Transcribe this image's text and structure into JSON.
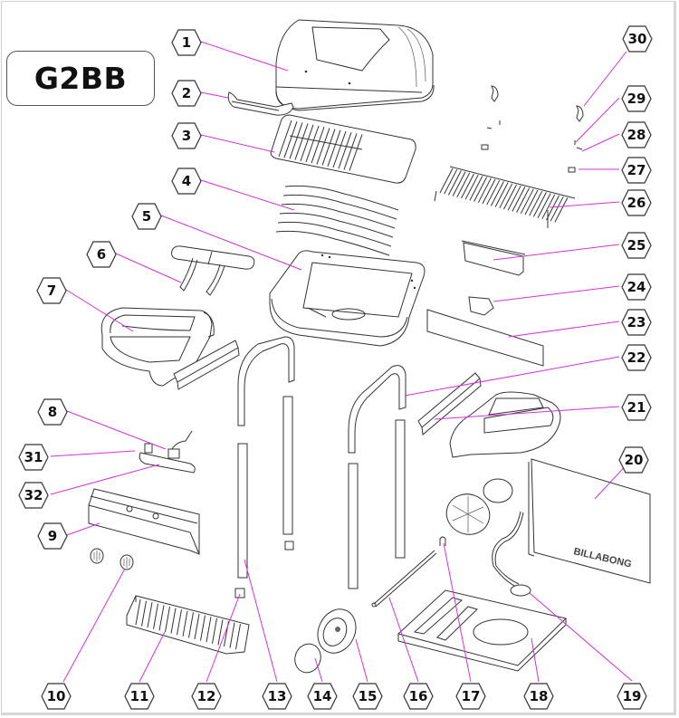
{
  "diagram": {
    "title": "G2BB",
    "type": "exploded-parts-diagram",
    "subject": "gas barbecue grill",
    "brand_label": "BILLABONG",
    "leader_color": "#d631d6",
    "callout_border_color": "#333333"
  },
  "callouts": [
    {
      "id": "1",
      "label": "1",
      "part": "lid-hood"
    },
    {
      "id": "2",
      "label": "2",
      "part": "lid-handle"
    },
    {
      "id": "3",
      "label": "3",
      "part": "cooking-grill-plate"
    },
    {
      "id": "4",
      "label": "4",
      "part": "flame-tamer-plate"
    },
    {
      "id": "5",
      "label": "5",
      "part": "firebox-bowl"
    },
    {
      "id": "6",
      "label": "6",
      "part": "burner"
    },
    {
      "id": "7",
      "label": "7",
      "part": "left-side-shelf"
    },
    {
      "id": "8",
      "label": "8",
      "part": "valve-assembly"
    },
    {
      "id": "9",
      "label": "9",
      "part": "control-panel"
    },
    {
      "id": "10",
      "label": "10",
      "part": "control-knobs"
    },
    {
      "id": "11",
      "label": "11",
      "part": "wire-basket"
    },
    {
      "id": "12",
      "label": "12",
      "part": "leg-cap"
    },
    {
      "id": "13",
      "label": "13",
      "part": "lower-leg"
    },
    {
      "id": "14",
      "label": "14",
      "part": "hubcap"
    },
    {
      "id": "15",
      "label": "15",
      "part": "wheel"
    },
    {
      "id": "16",
      "label": "16",
      "part": "axle"
    },
    {
      "id": "17",
      "label": "17",
      "part": "cotter-pin"
    },
    {
      "id": "18",
      "label": "18",
      "part": "bottom-shelf"
    },
    {
      "id": "19",
      "label": "19",
      "part": "regulator-and-hose"
    },
    {
      "id": "20",
      "label": "20",
      "part": "back-panel"
    },
    {
      "id": "21",
      "label": "21",
      "part": "right-side-shelf"
    },
    {
      "id": "22",
      "label": "22",
      "part": "upper-leg-frame"
    },
    {
      "id": "23",
      "label": "23",
      "part": "rear-panel"
    },
    {
      "id": "24",
      "label": "24",
      "part": "grease-cup"
    },
    {
      "id": "25",
      "label": "25",
      "part": "grease-tray"
    },
    {
      "id": "26",
      "label": "26",
      "part": "warming-rack"
    },
    {
      "id": "27",
      "label": "27",
      "part": "hinge-nut"
    },
    {
      "id": "28",
      "label": "28",
      "part": "hinge-washer"
    },
    {
      "id": "29",
      "label": "29",
      "part": "hinge-pin"
    },
    {
      "id": "30",
      "label": "30",
      "part": "hinge-bracket"
    },
    {
      "id": "31",
      "label": "31",
      "part": "ignitor"
    },
    {
      "id": "32",
      "label": "32",
      "part": "manifold"
    }
  ]
}
